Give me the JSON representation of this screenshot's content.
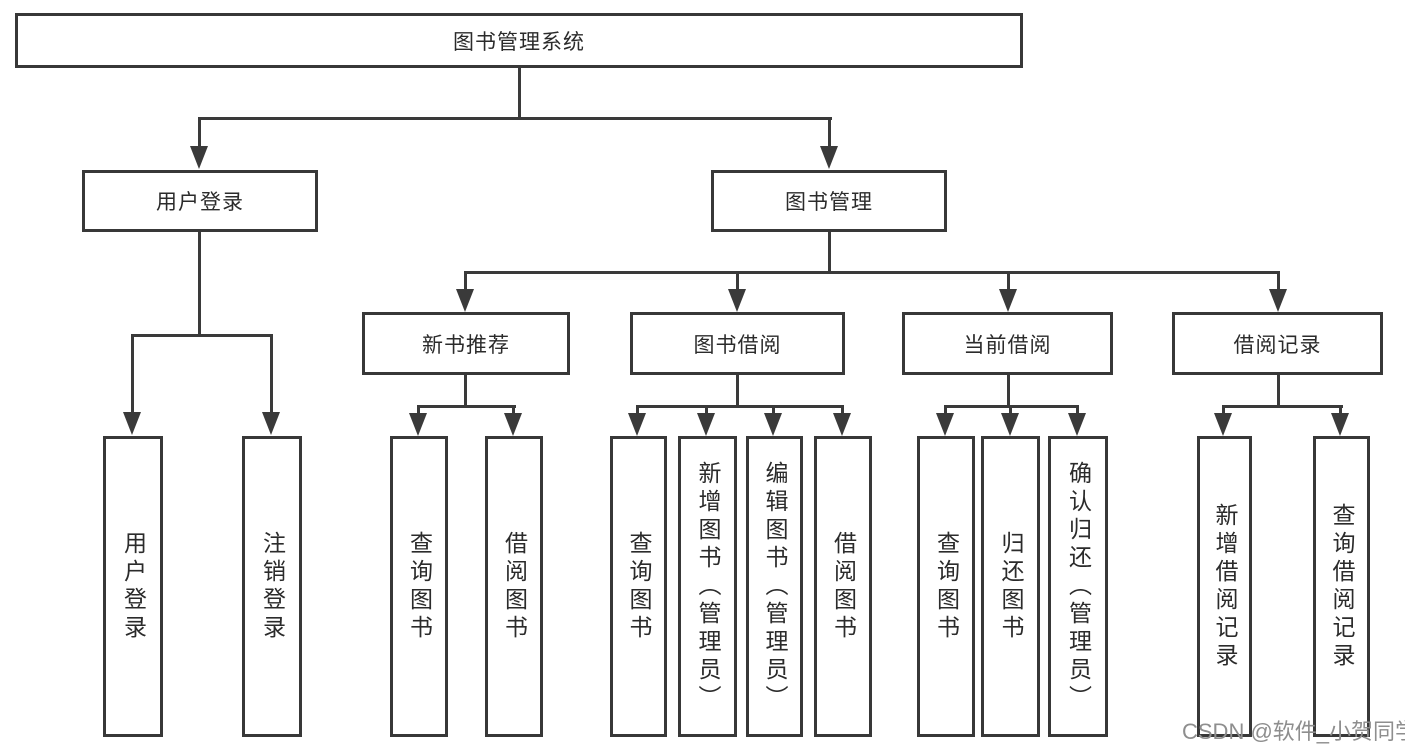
{
  "diagram": {
    "type": "hierarchy-tree",
    "root": {
      "label": "图书管理系统",
      "children": [
        {
          "label": "用户登录",
          "children": [
            {
              "label": "用户登录"
            },
            {
              "label": "注销登录"
            }
          ]
        },
        {
          "label": "图书管理",
          "children": [
            {
              "label": "新书推荐",
              "children": [
                {
                  "label": "查询图书"
                },
                {
                  "label": "借阅图书"
                }
              ]
            },
            {
              "label": "图书借阅",
              "children": [
                {
                  "label": "查询图书"
                },
                {
                  "label": "新增图书（管理员）"
                },
                {
                  "label": "编辑图书（管理员）"
                },
                {
                  "label": "借阅图书"
                }
              ]
            },
            {
              "label": "当前借阅",
              "children": [
                {
                  "label": "查询图书"
                },
                {
                  "label": "归还图书"
                },
                {
                  "label": "确认归还（管理员）"
                }
              ]
            },
            {
              "label": "借阅记录",
              "children": [
                {
                  "label": "新增借阅记录"
                },
                {
                  "label": "查询借阅记录"
                }
              ]
            }
          ]
        }
      ]
    },
    "colors": {
      "line": "#3a3a3a",
      "box_border": "#383838",
      "box_background": "#ffffff",
      "text": "#2b2b2b",
      "watermark_text": "#8e8e8e"
    }
  },
  "watermark": "CSDN @软件_小贺同学"
}
